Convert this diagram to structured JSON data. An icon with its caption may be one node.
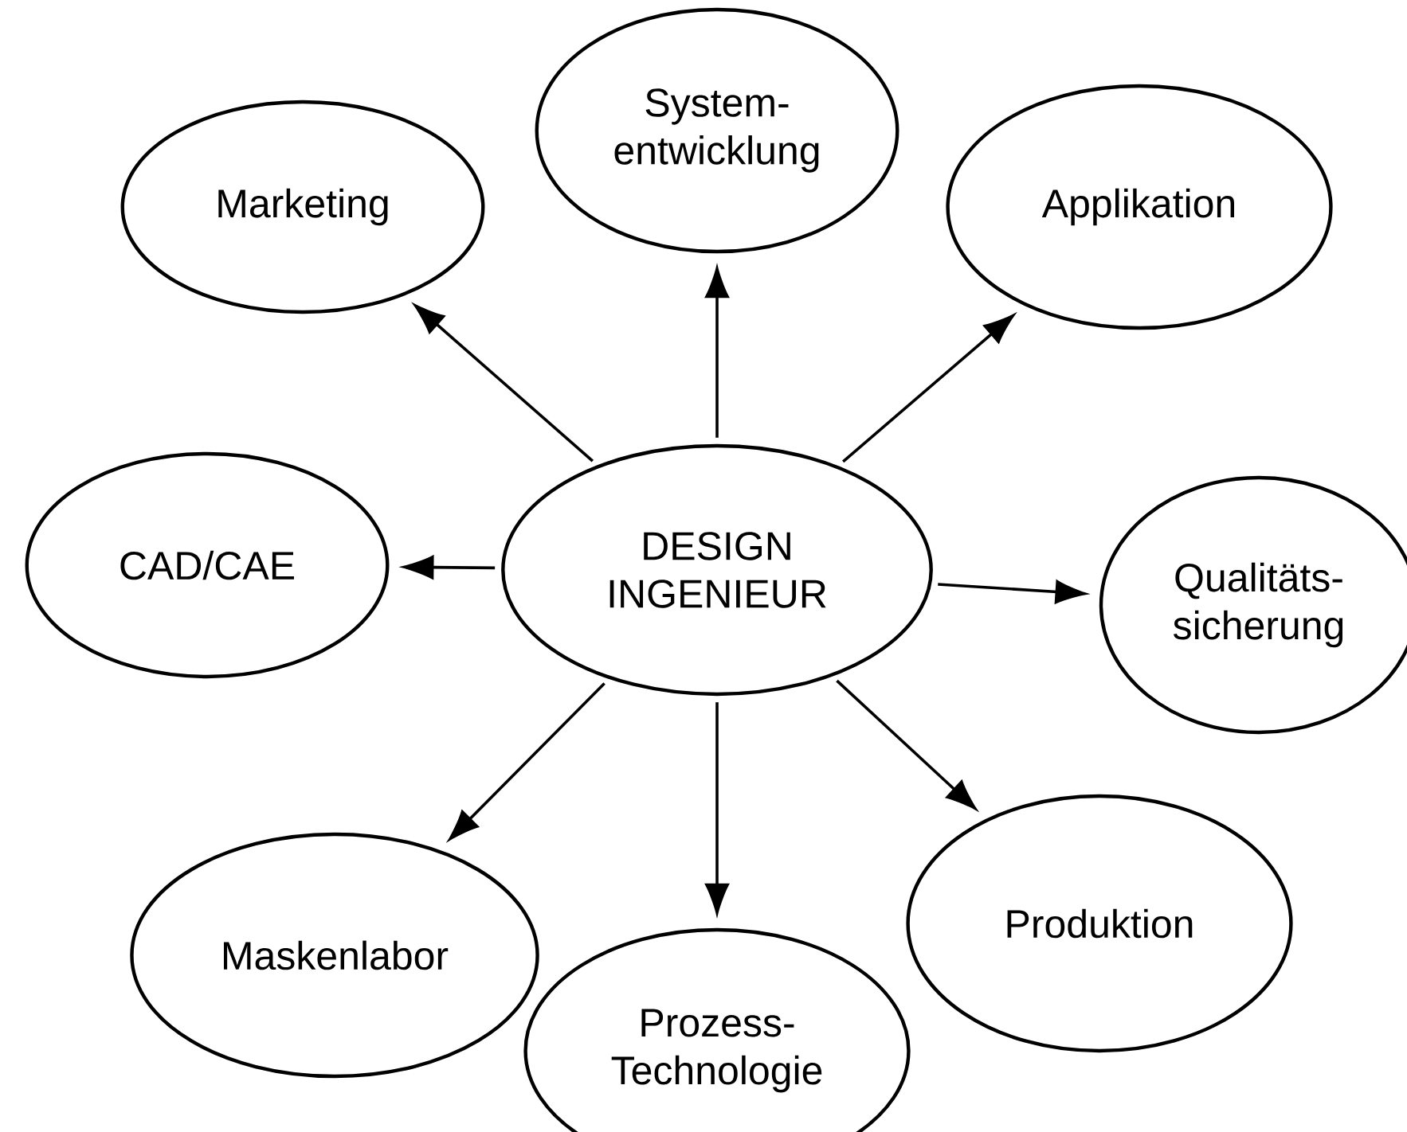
{
  "diagram": {
    "nodes": [
      {
        "text": [
          "DESIGN INGENIEUR"
        ]
      },
      {
        "text": [
          "Marketing"
        ]
      },
      {
        "text": [
          "System- entwicklung"
        ]
      },
      {
        "text": [
          "Applikation"
        ]
      },
      {
        "text": [
          "CAD/CAE"
        ]
      },
      {
        "text": [
          "Qualitäts- sicherung"
        ]
      },
      {
        "text": [
          "Maskenlabor"
        ]
      },
      {
        "text": [
          "Prozess- Technologie"
        ]
      },
      {
        "text": [
          "Produktion"
        ]
      }
    ],
    "edges": [
      {
        "from": 0,
        "to": 1,
        "arrow": "to"
      },
      {
        "from": 0,
        "to": 2,
        "arrow": "to"
      },
      {
        "from": 0,
        "to": 3,
        "arrow": "to"
      },
      {
        "from": 0,
        "to": 4,
        "arrow": "to"
      },
      {
        "from": 0,
        "to": 5,
        "arrow": "to"
      },
      {
        "from": 0,
        "to": 6,
        "arrow": "to"
      },
      {
        "from": 0,
        "to": 7,
        "arrow": "to"
      },
      {
        "from": 0,
        "to": 8,
        "arrow": "to"
      }
    ]
  }
}
